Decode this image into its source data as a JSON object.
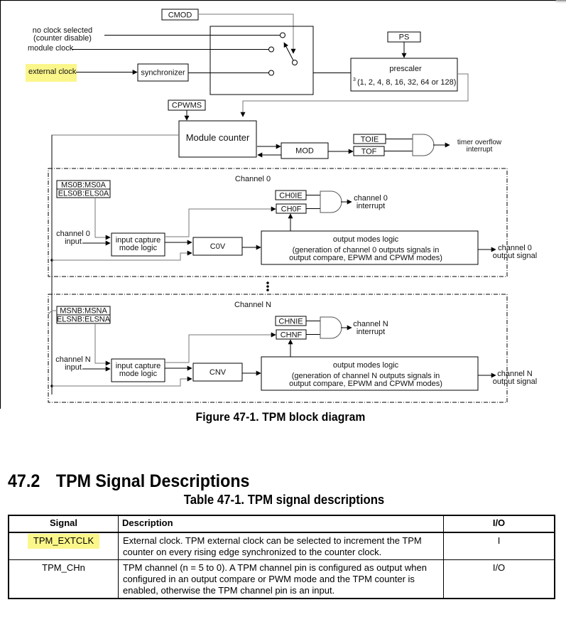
{
  "diagram": {
    "inputs": {
      "no_clock_line1": "no clock selected",
      "no_clock_line2": "(counter disable)",
      "module_clock": "module clock",
      "external_clock": "external clock"
    },
    "blocks": {
      "cmod": "CMOD",
      "synchronizer": "synchronizer",
      "ps": "PS",
      "prescaler_title": "prescaler",
      "prescaler_superscript": "3",
      "prescaler_values": "(1, 2, 4, 8, 16, 32, 64 or 128)",
      "cpwms": "CPWMS",
      "module_counter": "Module counter",
      "mod": "MOD",
      "toie": "TOIE",
      "tof": "TOF",
      "timer_overflow_line1": "timer overflow",
      "timer_overflow_line2": "interrupt"
    },
    "channels": [
      {
        "title": "Channel 0",
        "ms_reg": "MS0B:MS0A",
        "els_reg": "ELS0B:ELS0A",
        "input_line1": "channel 0",
        "input_line2": "input",
        "capture_line1": "input capture",
        "capture_line2": "mode logic",
        "value_reg": "C0V",
        "ie_reg": "CH0IE",
        "flag_reg": "CH0F",
        "interrupt_line1": "channel 0",
        "interrupt_line2": "interrupt",
        "output_title": "output modes logic",
        "output_desc_line1": "(generation of channel 0 outputs signals in",
        "output_desc_line2": "output compare, EPWM and CPWM modes)",
        "output_signal_line1": "channel 0",
        "output_signal_line2": "output signal"
      },
      {
        "title": "Channel  N",
        "ms_reg": "MSNB:MSNA",
        "els_reg": "ELSNB:ELSNA",
        "input_line1": "channel N",
        "input_line2": "input",
        "capture_line1": "input capture",
        "capture_line2": "mode logic",
        "value_reg": "CNV",
        "ie_reg": "CHNIE",
        "flag_reg": "CHNF",
        "interrupt_line1": "channel N",
        "interrupt_line2": "interrupt",
        "output_title": "output modes logic",
        "output_desc_line1": "(generation of channel N outputs signals in",
        "output_desc_line2": "output compare, EPWM and CPWM modes)",
        "output_signal_line1": "channel N",
        "output_signal_line2": "output signal"
      }
    ],
    "highlight_color": "#fbf68a"
  },
  "figure_caption": "Figure 47-1. TPM block diagram",
  "section": {
    "number": "47.2",
    "title": "TPM Signal Descriptions"
  },
  "table": {
    "title": "Table 47-1.   TPM signal descriptions",
    "headers": {
      "signal": "Signal",
      "description": "Description",
      "io": "I/O"
    },
    "rows": [
      {
        "signal": "TPM_EXTCLK",
        "description": "External clock. TPM external clock can be selected to increment the TPM counter on every rising edge synchronized to the counter clock.",
        "io": "I"
      },
      {
        "signal": "TPM_CHn",
        "description": "TPM channel (n = 5 to 0). A TPM channel pin is configured as output when configured in an output compare or PWM mode and the TPM counter is enabled, otherwise the TPM channel pin is an input.",
        "io": "I/O"
      }
    ]
  }
}
